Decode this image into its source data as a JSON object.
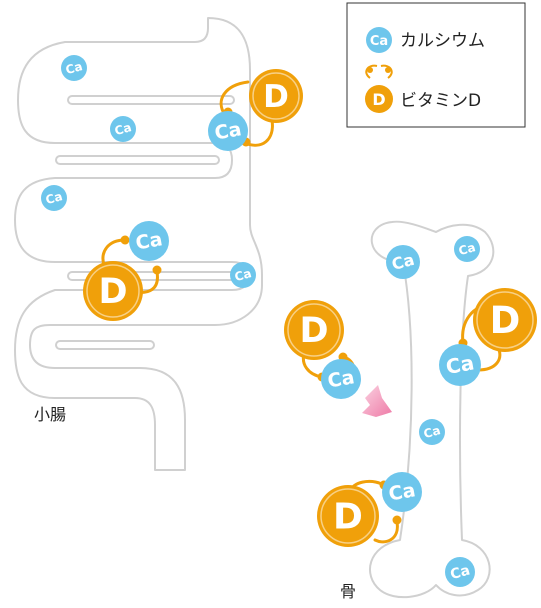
{
  "legend": {
    "calcium_symbol": "Ca",
    "calcium_label": "カルシウム",
    "vitamin_symbol": "D",
    "vitamin_label": "ビタミンD"
  },
  "labels": {
    "intestine": "小腸",
    "bone": "骨"
  },
  "symbols": {
    "calcium": "Ca",
    "vitamin_d": "D"
  },
  "colors": {
    "calcium": "#6ec6ec",
    "vitamin_d": "#f0a00a",
    "organ_outline": "#d4d4d4",
    "arrow": "#f08ab0"
  }
}
